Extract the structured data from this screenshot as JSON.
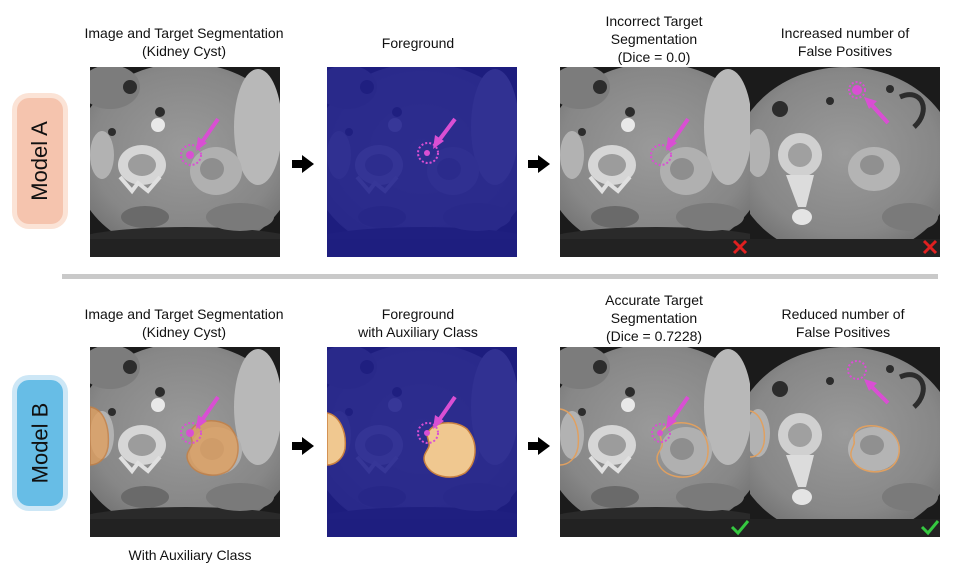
{
  "models": [
    {
      "label": "Model A",
      "label_bg": "#f5c4ae",
      "label_border": "#fbe3d6",
      "col1_caption": [
        "Image and Target Segmentation",
        "(Kidney Cyst)"
      ],
      "col2_caption": [
        "Foreground"
      ],
      "col3_caption": [
        "Incorrect Target",
        "Segmentation",
        "(Dice = 0.0)"
      ],
      "col4_caption": [
        "Increased number of",
        "False Positives"
      ],
      "col3_result": "cross",
      "col4_result": "cross"
    },
    {
      "label": "Model B",
      "label_bg": "#67bde6",
      "label_border": "#cde7f6",
      "col1_caption": [
        "Image and Target Segmentation",
        "(Kidney Cyst)"
      ],
      "col2_caption": [
        "Foreground",
        "with Auxiliary Class"
      ],
      "col3_caption": [
        "Accurate Target",
        "Segmentation",
        "(Dice = 0.7228)"
      ],
      "col4_caption": [
        "Reduced number of",
        "False Positives"
      ],
      "col3_result": "check",
      "col4_result": "check",
      "footer_caption": "With Auxiliary Class"
    }
  ],
  "colors": {
    "target_magenta": "#d94fd3",
    "auxiliary_orange": "#e0a060",
    "foreground_blue": "#1e1e8c",
    "cross_red": "#e02020",
    "check_green": "#35c840"
  }
}
